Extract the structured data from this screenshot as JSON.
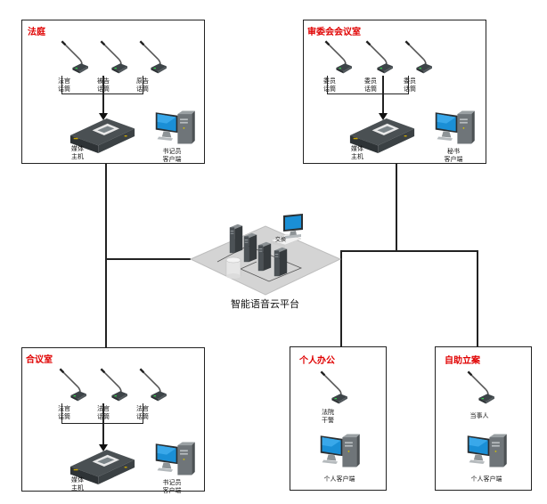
{
  "rooms": [
    {
      "title": "法庭",
      "mics": [
        "法官\n话筒",
        "被告\n话筒",
        "原告\n话筒"
      ],
      "host": "媒体\n主机",
      "client": "书记员\n客户端"
    },
    {
      "title": "审委会会议室",
      "mics": [
        "委员\n话筒",
        "委员\n话筒",
        "委员\n话筒"
      ],
      "host": "媒体\n主机",
      "client": "秘书\n客户端"
    },
    {
      "title": "合议室",
      "mics": [
        "法官\n话筒",
        "法官\n话筒",
        "法官\n话筒"
      ],
      "host": "媒体\n主机",
      "client": "书记员\n客户端"
    }
  ],
  "personal": [
    {
      "title": "个人办公",
      "mic": "法院\n干警",
      "client": "个人客户端"
    },
    {
      "title": "自助立案",
      "mic": "当事人",
      "client": "个人客户端"
    }
  ],
  "platform": {
    "caption": "智能语音云平台",
    "switch_label": "交换"
  },
  "colors": {
    "title": "#e00000",
    "screen": "#1a8fd6",
    "platform": "#d4d4d4"
  }
}
